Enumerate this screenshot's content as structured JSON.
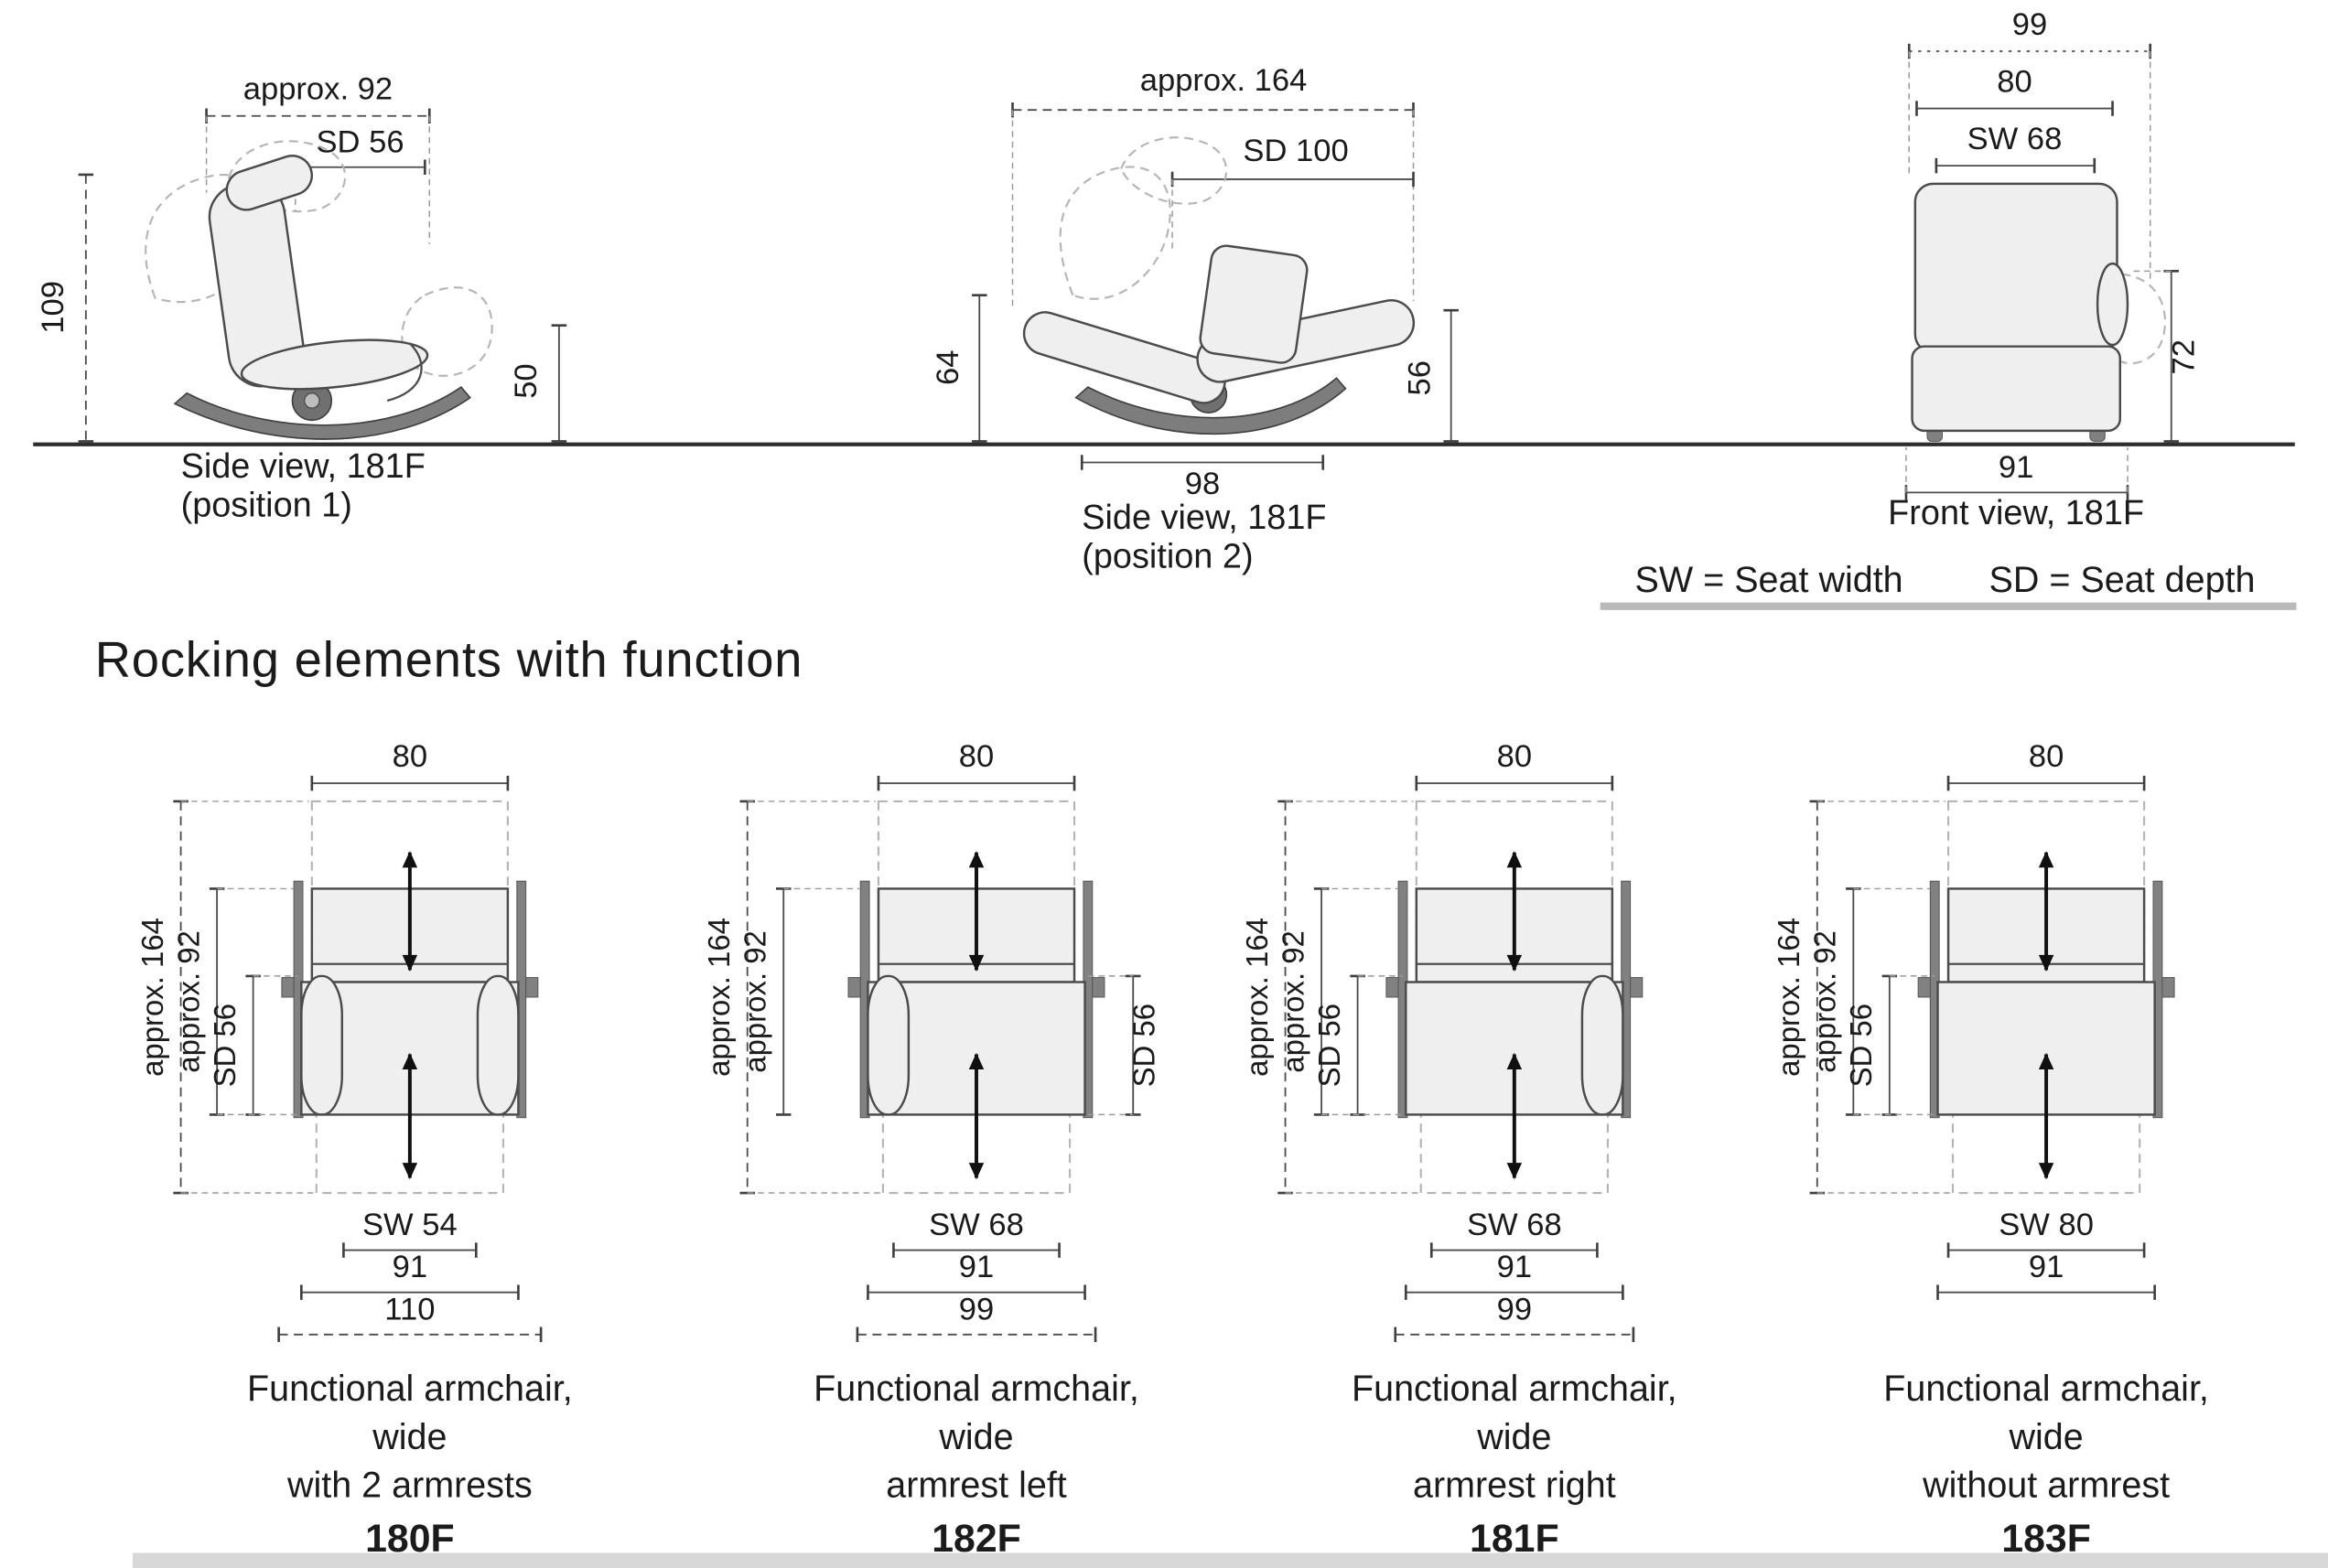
{
  "colors": {
    "cushion_fill": "#efefef",
    "line": "#4c4c4c",
    "rail": "#818181",
    "legend_bar": "#b9b9b9",
    "ground": "#2e2e2e"
  },
  "top_row": {
    "side1": {
      "dim_width": "approx. 92",
      "dim_seat_depth": "SD 56",
      "dim_height": "109",
      "dim_seat_height": "50",
      "caption_line1": "Side view, 181F",
      "caption_line2": "(position 1)"
    },
    "side2": {
      "dim_width": "approx. 164",
      "dim_seat_depth": "SD 100",
      "dim_height": "64",
      "dim_seat_height": "56",
      "dim_base_width": "98",
      "caption_line1": "Side view, 181F",
      "caption_line2": "(position 2)"
    },
    "front": {
      "dim_total_width": "99",
      "dim_back_width": "80",
      "dim_seat_width": "SW 68",
      "dim_height": "72",
      "dim_base_width": "91",
      "caption": "Front view, 181F"
    },
    "legend_sw": "SW = Seat width",
    "legend_sd": "SD = Seat depth"
  },
  "section_title": "Rocking elements with function",
  "variants": [
    {
      "dim_back_width": "80",
      "dim_total_depth": "approx. 164",
      "dim_body_depth": "approx. 92",
      "dim_seat_depth": "SD 56",
      "dim_seat_width": "SW 54",
      "dim_body_width": "91",
      "dim_total_width": "110",
      "caption_line1": "Functional armchair,",
      "caption_line2": "wide",
      "caption_line3": "with 2 armrests",
      "model": "180F"
    },
    {
      "dim_back_width": "80",
      "dim_total_depth": "approx. 164",
      "dim_body_depth": "approx. 92",
      "dim_seat_depth": "SD 56",
      "dim_seat_width": "SW 68",
      "dim_body_width": "91",
      "dim_total_width": "99",
      "caption_line1": "Functional armchair,",
      "caption_line2": "wide",
      "caption_line3": "armrest left",
      "model": "182F"
    },
    {
      "dim_back_width": "80",
      "dim_total_depth": "approx. 164",
      "dim_body_depth": "approx. 92",
      "dim_seat_depth": "SD 56",
      "dim_seat_width": "SW 68",
      "dim_body_width": "91",
      "dim_total_width": "99",
      "caption_line1": "Functional armchair,",
      "caption_line2": "wide",
      "caption_line3": "armrest right",
      "model": "181F"
    },
    {
      "dim_back_width": "80",
      "dim_total_depth": "approx. 164",
      "dim_body_depth": "approx. 92",
      "dim_seat_depth": "SD 56",
      "dim_seat_width": "SW 80",
      "dim_body_width": "91",
      "caption_line1": "Functional armchair,",
      "caption_line2": "wide",
      "caption_line3": "without armrest",
      "model": "183F"
    }
  ]
}
